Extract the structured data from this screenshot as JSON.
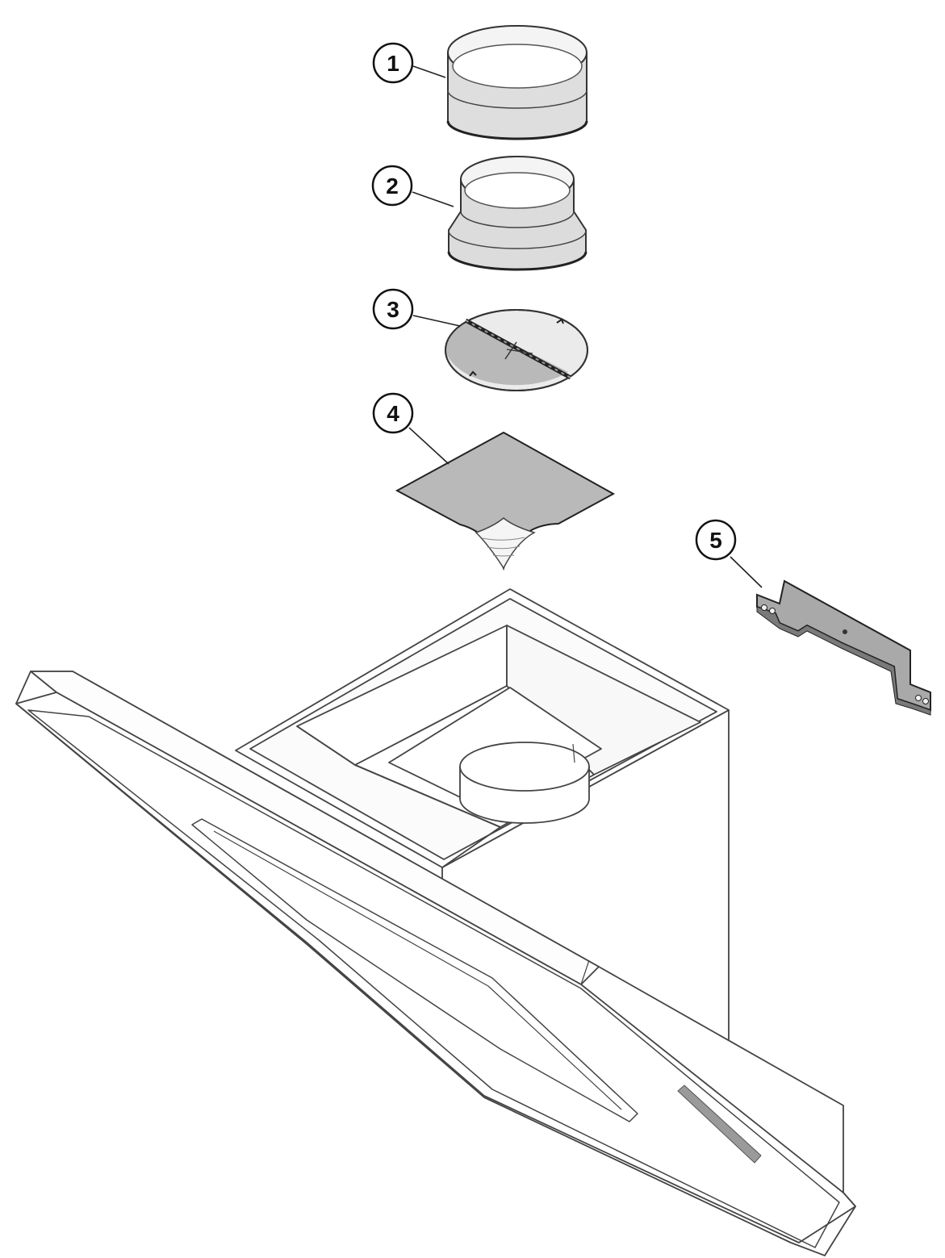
{
  "colors": {
    "line": "#333333",
    "fill_light": "#ebebeb",
    "fill_mid": "#b9b9b9",
    "fill_bracket": "#a9a9a9",
    "background": "#ffffff"
  },
  "callouts": [
    {
      "id": "1",
      "label": "1"
    },
    {
      "id": "2",
      "label": "2"
    },
    {
      "id": "3",
      "label": "3"
    },
    {
      "id": "4",
      "label": "4"
    },
    {
      "id": "5",
      "label": "5"
    }
  ]
}
